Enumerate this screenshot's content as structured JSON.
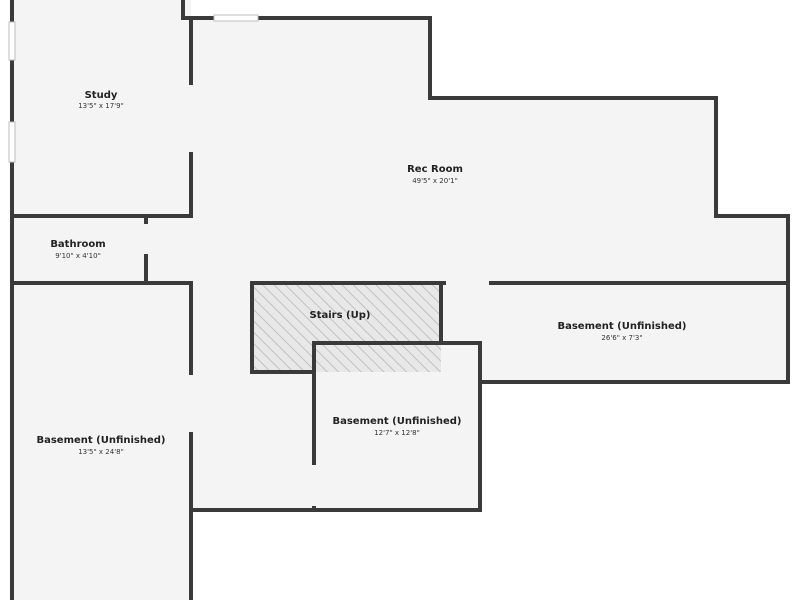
{
  "rooms": {
    "study": {
      "name": "Study",
      "dims": "13'5\" x 17'9\""
    },
    "rec_room": {
      "name": "Rec Room",
      "dims": "49'5\" x 20'1\""
    },
    "bathroom": {
      "name": "Bathroom",
      "dims": "9'10\" x 4'10\""
    },
    "stairs": {
      "name": "Stairs (Up)"
    },
    "basement_right": {
      "name": "Basement (Unfinished)",
      "dims": "26'6\" x 7'3\""
    },
    "basement_center": {
      "name": "Basement (Unfinished)",
      "dims": "12'7\" x 12'8\""
    },
    "basement_left": {
      "name": "Basement (Unfinished)",
      "dims": "13'5\" x 24'8\""
    }
  },
  "colors": {
    "wall": "#3a3a3a",
    "floor": "#f4f4f4",
    "background": "#ffffff"
  }
}
